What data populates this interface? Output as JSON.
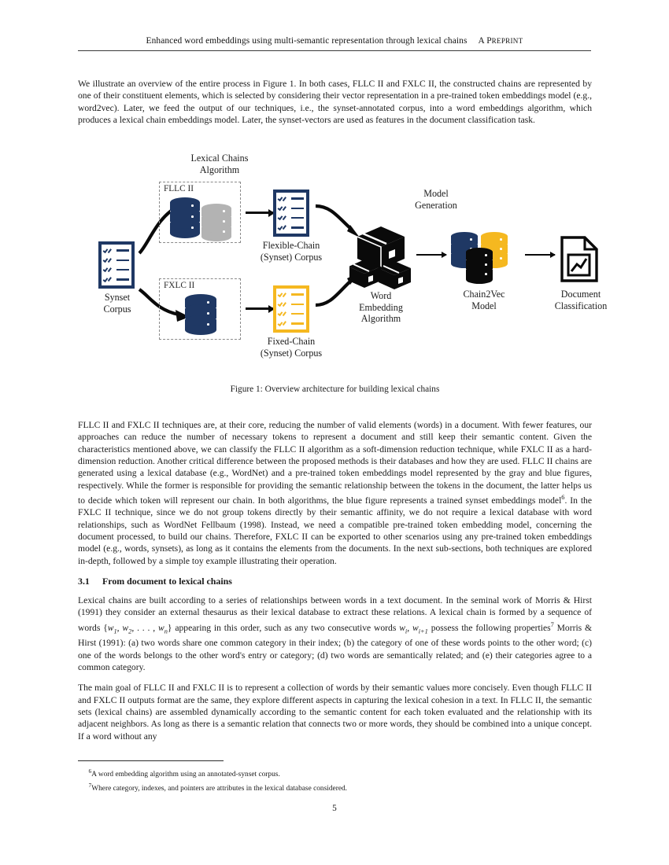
{
  "header": {
    "title": "Enhanced word embeddings using multi-semantic representation through lexical chains",
    "preprint_first": "A P",
    "preprint_rest": "REPRINT"
  },
  "page_number": "5",
  "paragraphs": {
    "intro": "We illustrate an overview of the entire process in Figure 1. In both cases, FLLC II and FXLC II, the constructed chains are represented by one of their constituent elements, which is selected by considering their vector representation in a pre-trained token embeddings model (e.g., word2vec). Later, we feed the output of our techniques, i.e., the synset-annotated corpus, into a word embeddings algorithm, which produces a lexical chain embeddings model. Later, the synset-vectors are used as features in the document classification task.",
    "after_figure_a": "FLLC II and FXLC II techniques are, at their core, reducing the number of valid elements (words) in a document. With fewer features, our approaches can reduce the number of necessary tokens to represent a document and still keep their semantic content. Given the characteristics mentioned above, we can classify the FLLC II algorithm as a soft-dimension reduction technique, while FXLC II as a hard-dimension reduction. Another critical difference between the proposed methods is their databases and how they are used. FLLC II chains are generated using a lexical database (e.g., WordNet) and a pre-trained token embeddings model represented by the gray and blue figures, respectively. While the former is responsible for providing the semantic relationship between the tokens in the document, the latter helps us to decide which token will represent our chain. In both algorithms, the blue figure represents a trained synset embeddings model",
    "after_figure_b": ". In the FXLC II technique, since we do not group tokens directly by their semantic affinity, we do not require a lexical database with word relationships, such as WordNet Fellbaum (1998). Instead, we need a compatible pre-trained token embedding model, concerning the document processed, to build our chains. Therefore, FXLC II can be exported to other scenarios using any pre-trained token embeddings model (e.g., words, synsets), as long as it contains the elements from the documents. In the next sub-sections, both techniques are explored in-depth, followed by a simple toy example illustrating their operation.",
    "sec_lead": "Lexical chains are built according to a series of relationships between words in a text document. In the seminal work of Morris & Hirst (1991) they consider an external thesaurus as their lexical database to extract these relations. A lexical chain is formed by a sequence of words ",
    "sec_words_set": "{w1, w2, . . . , wn}",
    "sec_mid": " appearing in this order, such as any two consecutive words ",
    "sec_wi": "wi, wi+1",
    "sec_after_wi": " possess the following properties",
    "sec_props": " Morris & Hirst (1991): (a) two words share one common category in their index; (b) the category of one of these words points to the other word; (c) one of the words belongs to the other word's entry or category; (d) two words are semantically related; and (e) their categories agree to a common category.",
    "last": "The main goal of FLLC II and FXLC II is to represent a collection of words by their semantic values more concisely. Even though FLLC II and FXLC II outputs format are the same, they explore different aspects in capturing the lexical cohesion in a text. In FLLC II, the semantic sets (lexical chains) are assembled dynamically according to the semantic content for each token evaluated and the relationship with its adjacent neighbors. As long as there is a semantic relation that connects two or more words, they should be combined into a unique concept. If a word without any"
  },
  "subsection": {
    "number": "3.1",
    "title": "From document to lexical chains"
  },
  "footnotes": [
    {
      "marker": "6",
      "text": "A word embedding algorithm using an annotated-synset corpus."
    },
    {
      "marker": "7",
      "text": "Where category, indexes, and pointers are attributes in the lexical database considered."
    }
  ],
  "figure": {
    "caption": "Figure 1: Overview architecture for building lexical chains",
    "labels": {
      "lexical_chains_algorithm": "Lexical Chains\nAlgorithm",
      "model_generation": "Model\nGeneration",
      "synset_corpus": "Synset\nCorpus",
      "fllc_box_title": "FLLC II",
      "fxlc_box_title": "FXLC II",
      "flexible_chain": "Flexible-Chain\n(Synset) Corpus",
      "fixed_chain": "Fixed-Chain\n(Synset) Corpus",
      "word_embedding": "Word\nEmbedding\nAlgorithm",
      "chain2vec": "Chain2Vec\nModel",
      "document_classification": "Document\nClassification"
    },
    "colors": {
      "navy": "#1f3864",
      "gray": "#b3b3b3",
      "gold": "#f5b820",
      "black": "#0a0a0a",
      "dash_border": "#8a8a8a"
    }
  }
}
